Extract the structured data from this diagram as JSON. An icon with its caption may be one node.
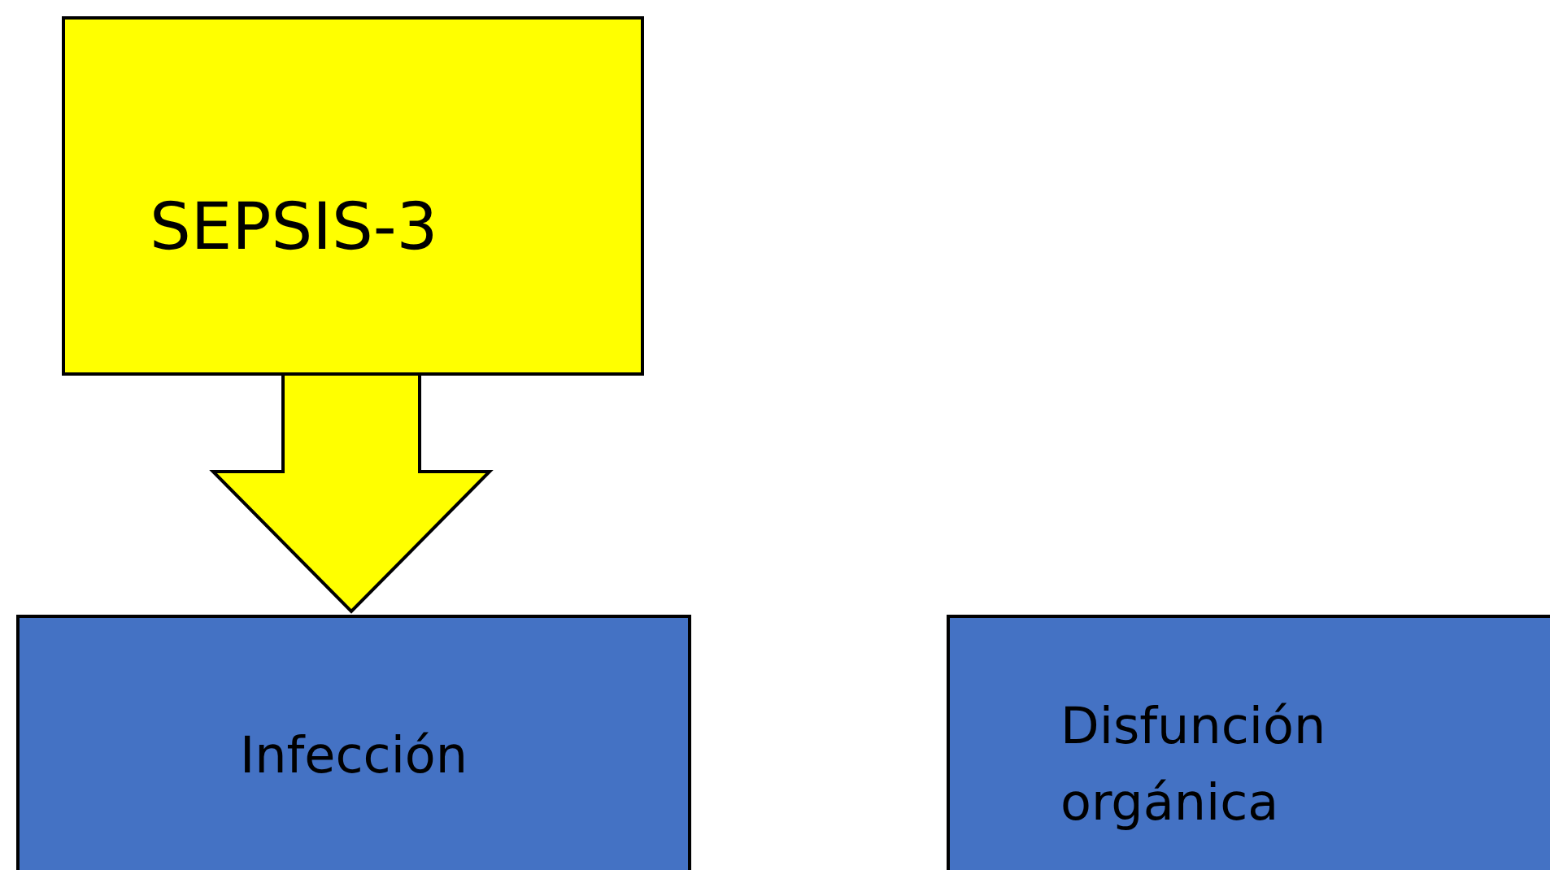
{
  "diagram": {
    "nodes": [
      {
        "text": [
          "SEPSIS-3"
        ]
      },
      {
        "text": [
          "Infección"
        ]
      },
      {
        "text": [
          "Disfunción orgánica"
        ]
      }
    ],
    "edges": [
      {
        "from": 0,
        "to": 1,
        "arrow": "to",
        "style": "thick"
      }
    ]
  }
}
